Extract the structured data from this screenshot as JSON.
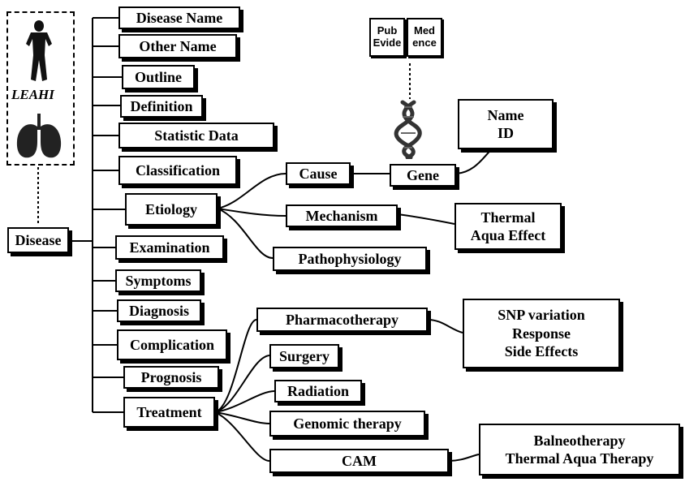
{
  "diagram": {
    "root": "Disease",
    "logo_text": "LEAHI",
    "pubmed_book": {
      "left_page": [
        "Pub",
        "Evide"
      ],
      "right_page": [
        "Med",
        "ence"
      ]
    },
    "categories": {
      "disease_name": "Disease Name",
      "other_name": "Other Name",
      "outline": "Outline",
      "definition": "Definition",
      "statistic_data": "Statistic Data",
      "classification": "Classification",
      "etiology": "Etiology",
      "examination": "Examination",
      "symptoms": "Symptoms",
      "diagnosis": "Diagnosis",
      "complication": "Complication",
      "prognosis": "Prognosis",
      "treatment": "Treatment"
    },
    "etiology_children": {
      "cause": "Cause",
      "gene": "Gene",
      "mechanism": "Mechanism",
      "pathophysiology": "Pathophysiology"
    },
    "gene_info": [
      "Name",
      "ID"
    ],
    "mechanism_info": [
      "Thermal",
      "Aqua Effect"
    ],
    "treatment_children": {
      "pharmacotherapy": "Pharmacotherapy",
      "surgery": "Surgery",
      "radiation": "Radiation",
      "genomic_therapy": "Genomic therapy",
      "cam": "CAM"
    },
    "pharmacotherapy_info": [
      "SNP variation",
      "Response",
      "Side Effects"
    ],
    "cam_info": [
      "Balneotherapy",
      "Thermal Aqua Therapy"
    ]
  }
}
